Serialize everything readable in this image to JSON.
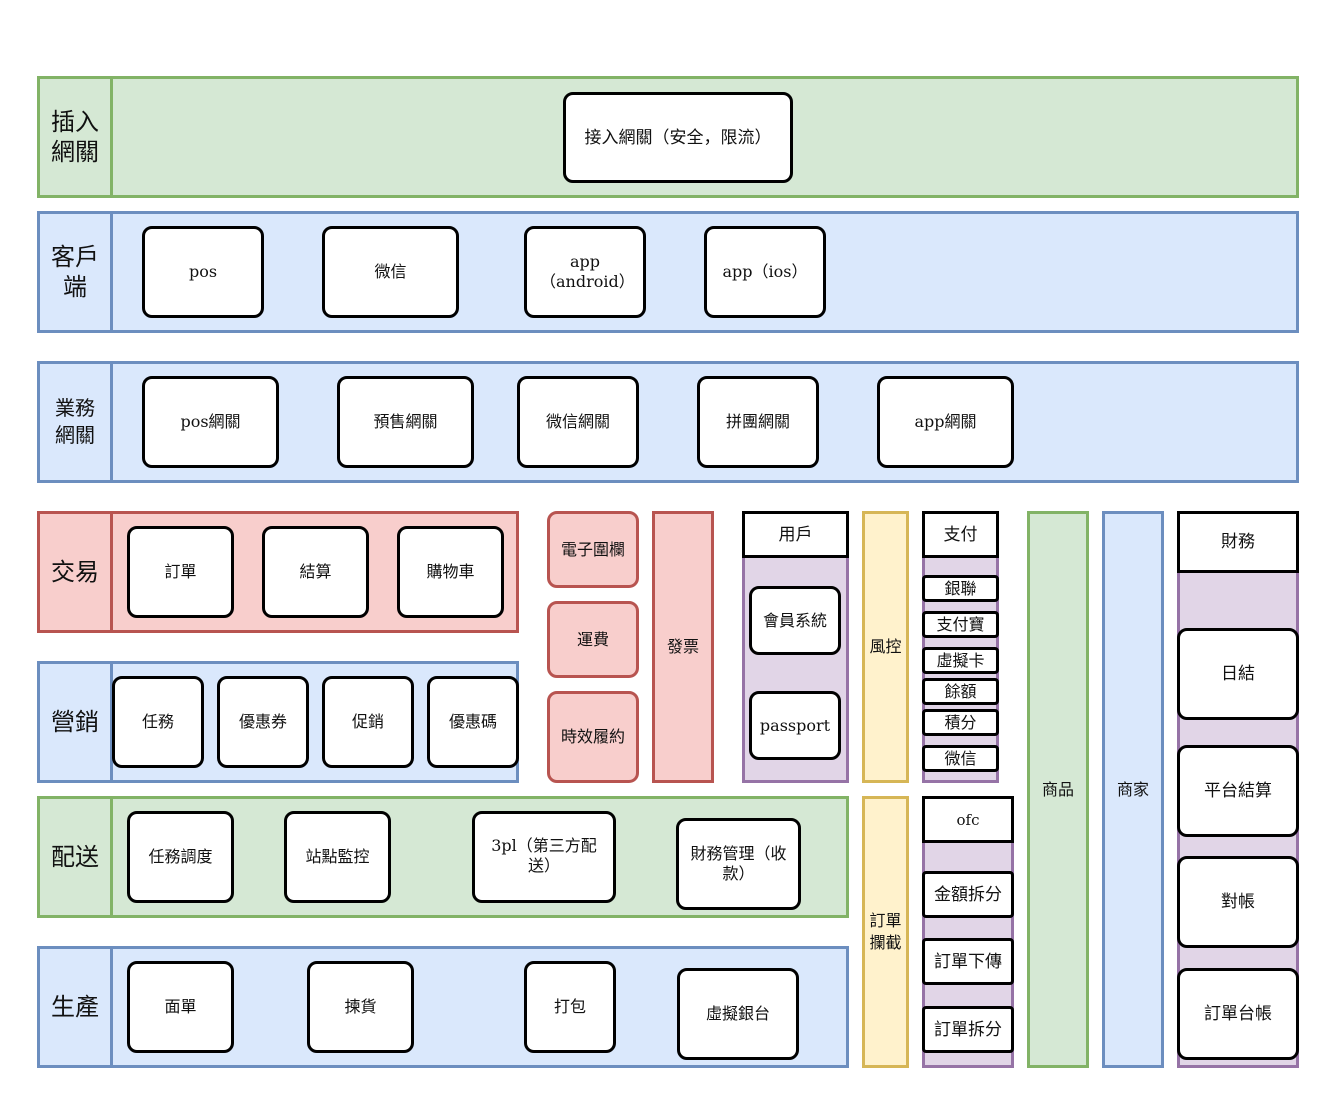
{
  "rows": {
    "access": {
      "label": "插入網關",
      "item": "接入網關（安全，限流）"
    },
    "client": {
      "label": "客戶端",
      "items": [
        "pos",
        "微信",
        "app（android）",
        "app（ios）"
      ]
    },
    "biz_gateway": {
      "label": "業務網關",
      "items": [
        "pos網關",
        "預售網關",
        "微信網關",
        "拼團網關",
        "app網關"
      ]
    },
    "trade": {
      "label": "交易",
      "items": [
        "訂單",
        "結算",
        "購物車"
      ]
    },
    "marketing": {
      "label": "營銷",
      "items": [
        "任務",
        "優惠券",
        "促銷",
        "優惠碼"
      ]
    },
    "delivery": {
      "label": "配送",
      "items": [
        "任務調度",
        "站點監控",
        "3pl（第三方配送）",
        "財務管理（收款）"
      ]
    },
    "production": {
      "label": "生產",
      "items": [
        "面單",
        "揀貨",
        "打包",
        "虛擬銀台"
      ]
    }
  },
  "trade_side": {
    "items": [
      "電子圍欄",
      "運費",
      "時效履約"
    ]
  },
  "invoice": {
    "label": "發票"
  },
  "user": {
    "header": "用戶",
    "items": [
      "會員系統",
      "passport"
    ]
  },
  "risk": {
    "label": "風控"
  },
  "order_intercept": {
    "label": "訂單攔截"
  },
  "payment": {
    "header": "支付",
    "items": [
      "銀聯",
      "支付寶",
      "虛擬卡",
      "餘額",
      "積分",
      "微信"
    ]
  },
  "ofc": {
    "header": "ofc",
    "items": [
      "金額拆分",
      "訂單下傳",
      "訂單拆分"
    ]
  },
  "goods": {
    "label": "商品"
  },
  "merchant": {
    "label": "商家"
  },
  "finance": {
    "header": "財務",
    "items": [
      "日結",
      "平台結算",
      "對帳",
      "訂單台帳"
    ]
  },
  "colors": {
    "green_fill": "#d5e8d4",
    "green_stroke": "#82b366",
    "blue_fill": "#dae8fc",
    "blue_stroke": "#6c8ebf",
    "red_fill": "#f8cecc",
    "red_stroke": "#b85450",
    "purple_fill": "#e1d5e7",
    "purple_stroke": "#9673a6",
    "yellow_fill": "#fff2cc",
    "yellow_stroke": "#d6b656"
  }
}
